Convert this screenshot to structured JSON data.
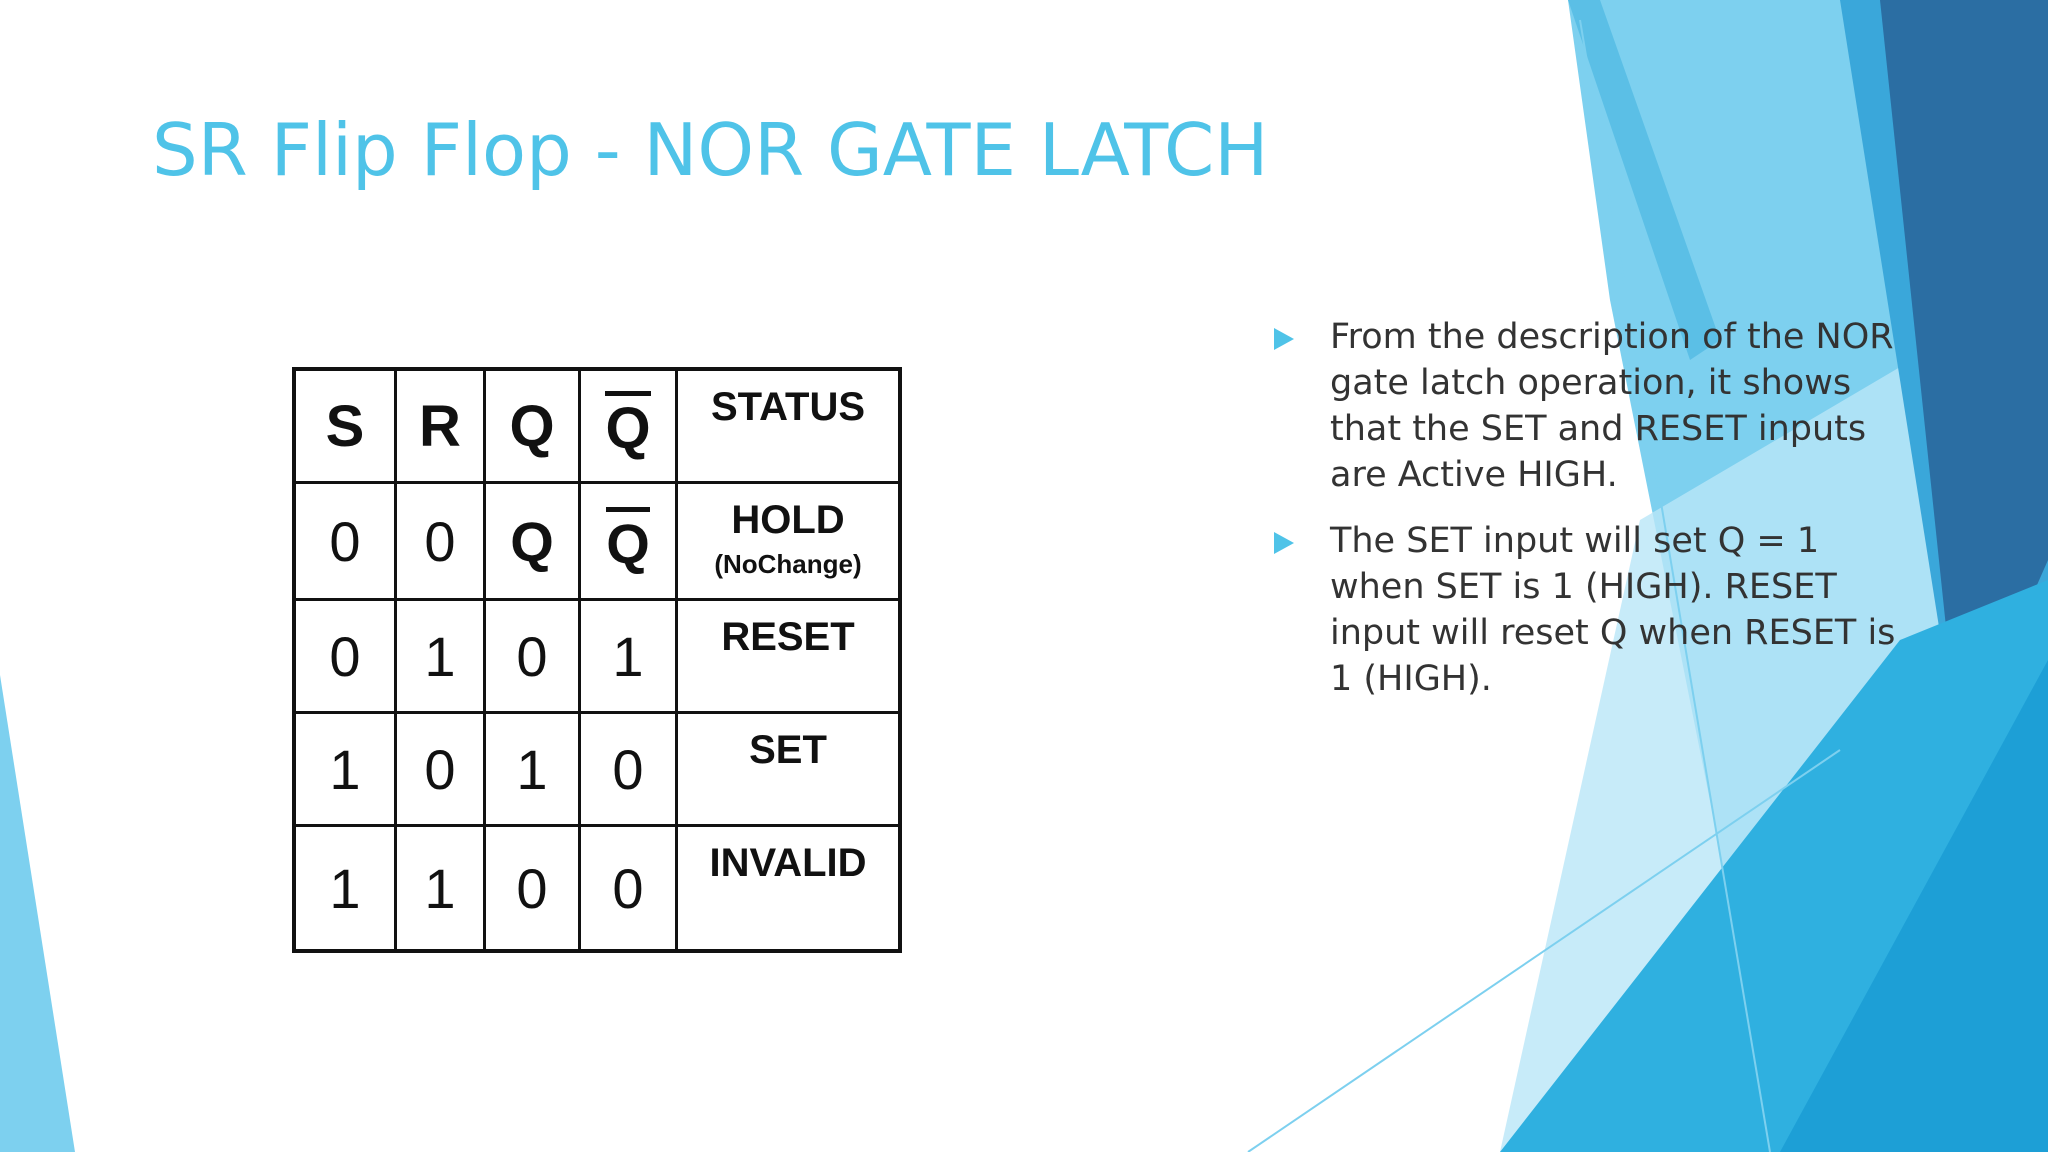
{
  "slide": {
    "title": "SR Flip Flop - NOR GATE LATCH"
  },
  "table": {
    "headers": {
      "s": "S",
      "r": "R",
      "q": "Q",
      "qbar": "Q",
      "status": "STATUS"
    },
    "rows": [
      {
        "s": "0",
        "r": "0",
        "q": "Q",
        "qbar": "Q",
        "status": "HOLD",
        "note": "(NoChange)"
      },
      {
        "s": "0",
        "r": "1",
        "q": "0",
        "qbar": "1",
        "status": "RESET"
      },
      {
        "s": "1",
        "r": "0",
        "q": "1",
        "qbar": "0",
        "status": "SET"
      },
      {
        "s": "1",
        "r": "1",
        "q": "0",
        "qbar": "0",
        "status": "INVALID"
      }
    ]
  },
  "bullets": [
    "From the description of the NOR gate latch operation, it shows that the SET and RESET inputs are Active HIGH.",
    "The SET input will set Q = 1 when SET is 1 (HIGH). RESET input will reset Q when RESET is 1 (HIGH)."
  ],
  "colors": {
    "accent": "#4fc3e8",
    "light_blue": "#7dd0ef",
    "mid_blue": "#3aa7da",
    "dark_blue": "#2b6ea3"
  }
}
